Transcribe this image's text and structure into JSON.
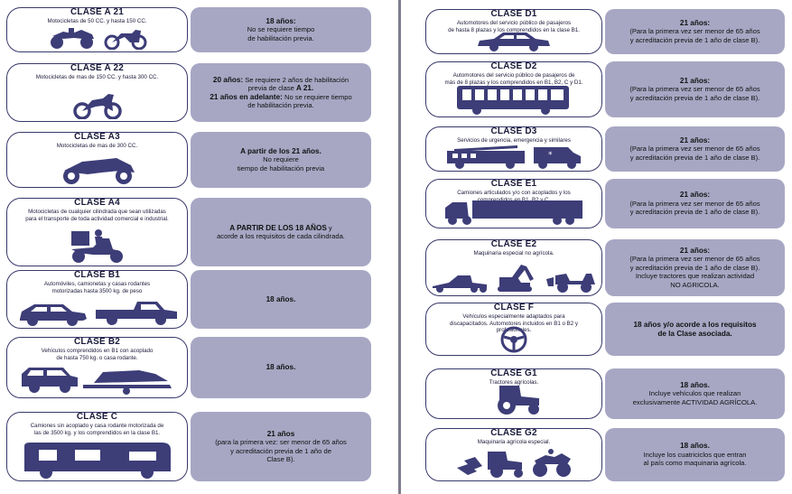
{
  "left": [
    {
      "title": "CLASE A 21",
      "desc": [
        "Motocicletas de 50 CC. y hasta 150 CC."
      ],
      "info": [
        {
          "b": "18 años:"
        },
        {
          "t": "No se requiere tiempo"
        },
        {
          "t": "de habilitación previa."
        }
      ],
      "icons": [
        "quad-bike-icon",
        "motorcycle-icon"
      ]
    },
    {
      "title": "CLASE A 22",
      "desc": [
        "Motocicletas de mas de 150 CC. y hasta 300 CC."
      ],
      "info": [
        {
          "b": "20 años:",
          "t": " Se requiere 2 años de habilitación"
        },
        {
          "t": "previa de clase ",
          "b2": "A 21."
        },
        {
          "b": "21 años en adelante:",
          "t": " No se requiere tiempo"
        },
        {
          "t": "de habilitación previa."
        }
      ],
      "icons": [
        "dirt-bike-icon"
      ]
    },
    {
      "title": "CLASE A3",
      "desc": [
        "Motocicletas de mas de 300 CC."
      ],
      "info": [
        {
          "b": "A partir de los 21 años."
        },
        {
          "t": "No requiere"
        },
        {
          "t": "tiempo de habilitación previa"
        }
      ],
      "icons": [
        "sport-motorcycle-icon"
      ]
    },
    {
      "title": "CLASE A4",
      "desc": [
        "Motocicletas de cualquier cilindrada que sean utilizadas",
        "para el transporte de toda actividad comercial e industrial."
      ],
      "info": [
        {
          "b": "A PARTIR DE LOS 18 AÑOS",
          "t": " y"
        },
        {
          "t": "acorde a los requisitos de cada cilindrada."
        }
      ],
      "icons": [
        "delivery-scooter-icon"
      ]
    },
    {
      "title": "CLASE B1",
      "desc": [
        "Automóviles, camionetas y casas rodantes",
        "motorizadas hasta 3500 kg. de peso"
      ],
      "info": [
        {
          "b": "18 años."
        }
      ],
      "icons": [
        "car-icon",
        "pickup-truck-icon"
      ]
    },
    {
      "title": "CLASE B2",
      "desc": [
        "Vehículos comprendidos en B1 con acoplado",
        "de hasta 750 kg. o casa rodante."
      ],
      "info": [
        {
          "b": "18 años."
        }
      ],
      "icons": [
        "suv-with-boat-trailer-icon"
      ]
    },
    {
      "title": "CLASE C",
      "desc": [
        "Camiones sin acoplado y casa rodante motorizada de",
        "las de 3500 kg. y los comprendidos en la clase B1."
      ],
      "info": [
        {
          "b": "21 años"
        },
        {
          "t": "(para la primera vez: ser menor de 65 años"
        },
        {
          "t": "y acreditación previa de 1 año de"
        },
        {
          "t": "Clase B)."
        }
      ],
      "icons": [
        "motorhome-icon"
      ]
    }
  ],
  "right": [
    {
      "title": "CLASE D1",
      "desc": [
        "Automotores del servicio público de pasajeros",
        "de hasta 8 plazas y los comprendidos en la clase B1."
      ],
      "info": [
        {
          "b": "21 años:"
        },
        {
          "t": "(Para la primera vez ser menor de 65 años"
        },
        {
          "t": "y acreditación previa de 1 año de clase B)."
        }
      ],
      "icons": [
        "taxi-car-icon"
      ]
    },
    {
      "title": "CLASE D2",
      "desc": [
        "Automotores del servicio público de pasajeros de",
        "más de 8 plazas y los comprendidos en B1, B2, C y D1."
      ],
      "info": [
        {
          "b": "21 años:"
        },
        {
          "t": "(Para la primera vez ser menor de 65 años"
        },
        {
          "t": "y acreditación previa de 1 año de clase B)."
        }
      ],
      "icons": [
        "bus-icon"
      ]
    },
    {
      "title": "CLASE D3",
      "desc": [
        "Servicios de urgencia, emergencia y similares"
      ],
      "info": [
        {
          "b": "21 años:"
        },
        {
          "t": "(Para la primera vez ser menor de 65 años"
        },
        {
          "t": "y acreditación previa de 1 año de clase B)."
        }
      ],
      "icons": [
        "fire-truck-icon",
        "ambulance-icon"
      ]
    },
    {
      "title": "CLASE E1",
      "desc": [
        "Camiones articulados y/o con acoplados y los",
        "comprendidos en B1, B2 y C."
      ],
      "info": [
        {
          "b": "21 años:"
        },
        {
          "t": "(Para la primera vez ser menor de 65 años"
        },
        {
          "t": "y acreditación previa de 1 año de clase B)."
        }
      ],
      "icons": [
        "semi-truck-icon"
      ]
    },
    {
      "title": "CLASE E2",
      "desc": [
        "Maquinaria especial no agrícola."
      ],
      "info": [
        {
          "b": "21 años:"
        },
        {
          "t": "(Para la primera vez ser menor de 65 años"
        },
        {
          "t": "y acreditación previa de 1 año de clase B)."
        },
        {
          "t": "Incluye tractores que realizan actividad"
        },
        {
          "t": "NO AGRICOLA."
        }
      ],
      "icons": [
        "road-grader-icon",
        "excavator-icon",
        "wheel-loader-icon"
      ]
    },
    {
      "title": "CLASE F",
      "desc": [
        "Vehículos especialmente adaptados para",
        "discapacitados. Automotores incluidos en B1 o B2 y",
        "profesionales."
      ],
      "info": [
        {
          "b": "18 años y/o acorde a los requisitos"
        },
        {
          "b": "de la Clase asociada."
        }
      ],
      "icons": [
        "adapted-steering-wheel-icon"
      ]
    },
    {
      "title": "CLASE G1",
      "desc": [
        "Tractores agrícolas."
      ],
      "info": [
        {
          "b": "18 años."
        },
        {
          "t": "Incluye vehículos que realizan"
        },
        {
          "t": "exclusivamente ACTIVIDAD AGRÍCOLA."
        }
      ],
      "icons": [
        "tractor-icon"
      ]
    },
    {
      "title": "CLASE G2",
      "desc": [
        "Maquinaria agrícola especial."
      ],
      "info": [
        {
          "b": "18 años."
        },
        {
          "t": "Incluye los cuatriciclos que entran"
        },
        {
          "t": "al país como maquinaria agrícola."
        }
      ],
      "icons": [
        "plow-tractor-icon",
        "atv-icon"
      ]
    }
  ]
}
